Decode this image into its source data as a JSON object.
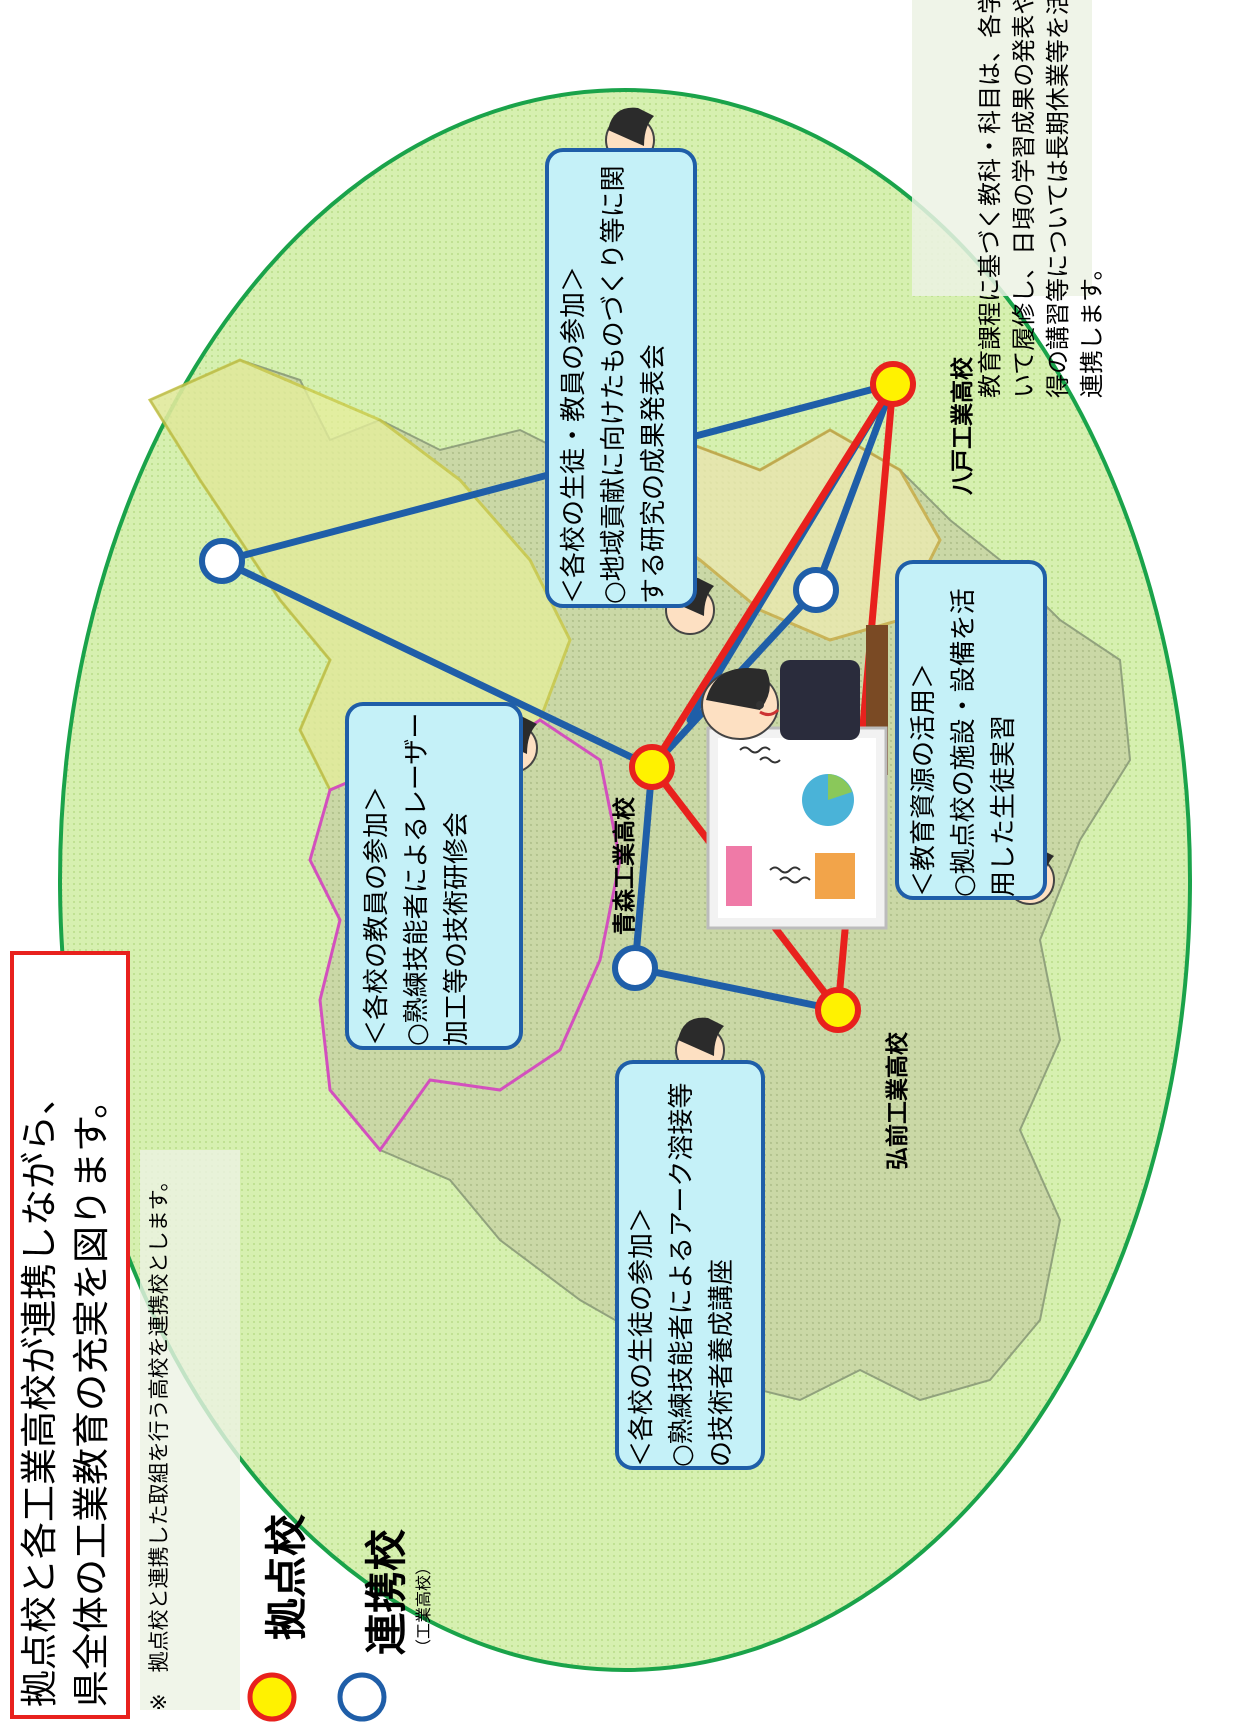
{
  "title": {
    "line1": "拠点校と各工業高校が連携しながら、",
    "line2": "県全体の工業教育の充実を図ります。"
  },
  "note": "※　拠点校と連携した取組を行う高校を連携校とします。",
  "legend": {
    "hub_label": "拠点校",
    "partner_label": "連携校",
    "partner_sub": "（工業高校）",
    "hub_color": "#fff200",
    "hub_ring": "#e8211d",
    "partner_ring": "#1f5ea8"
  },
  "schools": {
    "aomori": "青森工業高校",
    "hachinohe": "八戸工業高校",
    "hirosaki": "弘前工業高校"
  },
  "callouts": {
    "research": {
      "heading": "＜各校の生徒・教員の参加＞",
      "body": "○地域貢献に向けたものづくり等に関する研究の成果発表会"
    },
    "teachers": {
      "heading": "＜各校の教員の参加＞",
      "body": "○熟練技能者によるレーザー加工等の技術研修会"
    },
    "resources": {
      "heading": "＜教育資源の活用＞",
      "body": "○拠点校の施設・設備を活用した生徒実習"
    },
    "students": {
      "heading": "＜各校の生徒の参加＞",
      "body": "○熟練技能者によるアーク溶接等の技術者養成講座"
    }
  },
  "intro": "教育課程に基づく教科・科目は、各学校において履修し、日頃の学習成果の発表や資格取得の講習等については長期休業等を活用して連携します。",
  "colors": {
    "ellipse_fill": "#d3f0a8",
    "ellipse_border": "#1aa34a",
    "link_blue": "#1f5ea8",
    "link_red": "#e8211d",
    "callout_fill": "#c5f1f8"
  }
}
